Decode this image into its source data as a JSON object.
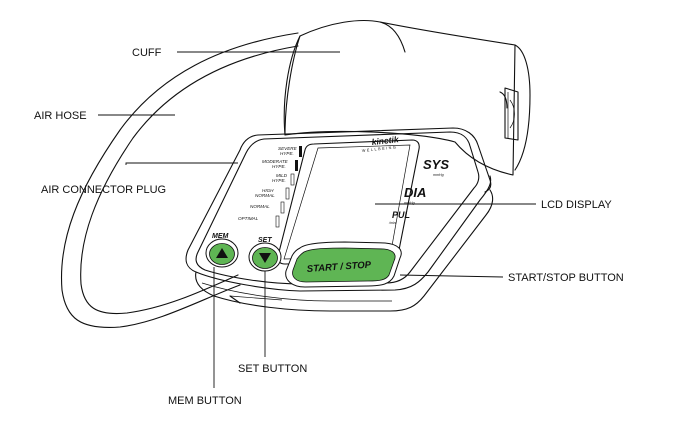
{
  "callouts": {
    "cuff": "CUFF",
    "air_hose": "AIR HOSE",
    "air_connector_plug": "AIR CONNECTOR PLUG",
    "lcd_display": "LCD DISPLAY",
    "start_stop_button": "START/STOP BUTTON",
    "set_button": "SET BUTTON",
    "mem_button": "MEM BUTTON"
  },
  "device": {
    "brand": "kinetik",
    "brand_sub": "WELLBEING",
    "sys_label": "SYS",
    "sys_unit": "mmHg",
    "dia_label": "DIA",
    "dia_unit": "mmHg",
    "pul_label": "PUL",
    "pul_unit": "/min",
    "mem_label": "MEM",
    "set_label": "SET",
    "start_stop_label": "START / STOP",
    "scale": {
      "severe_1": "SEVERE",
      "severe_2": "HYPE.",
      "moderate_1": "MODERATE",
      "moderate_2": "HYPE.",
      "mild_1": "MILD",
      "mild_2": "HYPE.",
      "high_1": "HIGH",
      "high_2": "NORMAL",
      "normal": "NORMAL",
      "optimal": "OPTIMAL"
    }
  },
  "colors": {
    "button_green": "#5fb554",
    "outline": "#111111"
  }
}
